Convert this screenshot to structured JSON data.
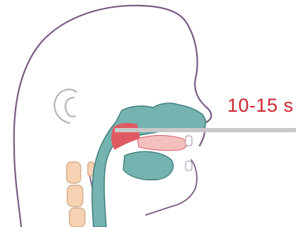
{
  "annotation": {
    "duration_text": "10-15 s"
  },
  "colors": {
    "outline": "#7a5a86",
    "airway_fill": "#74b3b0",
    "airway_stroke": "#3f7f7c",
    "nasal_red": "#e05a64",
    "inner_pink": "#f3c0bd",
    "vertebra_fill": "#f6d2b2",
    "vertebra_stroke": "#cfa27e",
    "ear_stroke": "#b4b4b4",
    "pointer_line": "#c8c8c8",
    "label_red": "#d0252f"
  },
  "icons": {
    "head": "head-profile-outline",
    "ear": "ear-outline",
    "airway": "upper-airway-cross-section",
    "spine": "cervical-vertebrae"
  }
}
